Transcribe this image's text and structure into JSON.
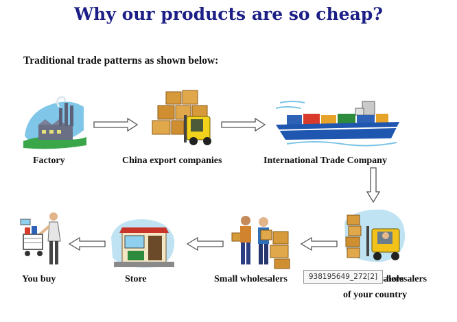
{
  "header": {
    "title": "Why our products are so cheap?",
    "subtitle": "Traditional trade patterns as shown below:"
  },
  "steps": [
    {
      "label": "Factory",
      "icon": "factory-icon"
    },
    {
      "label": "China export companies",
      "icon": "forklift-boxes-icon"
    },
    {
      "label": "International Trade Company",
      "icon": "cargo-ship-icon"
    },
    {
      "label": "Your wholesalers",
      "label_line2": "of your country",
      "icon": "warehouse-forklift-icon"
    },
    {
      "label": "Small wholesalers",
      "icon": "workers-boxes-icon"
    },
    {
      "label": "Store",
      "icon": "store-icon"
    },
    {
      "label": "You buy",
      "icon": "shopper-cart-icon"
    }
  ],
  "visible_fragment": "holesalers",
  "tooltip": {
    "text": "938195649_272[2]"
  },
  "colors": {
    "title": "#1c1f86",
    "arrow": "#555555"
  }
}
